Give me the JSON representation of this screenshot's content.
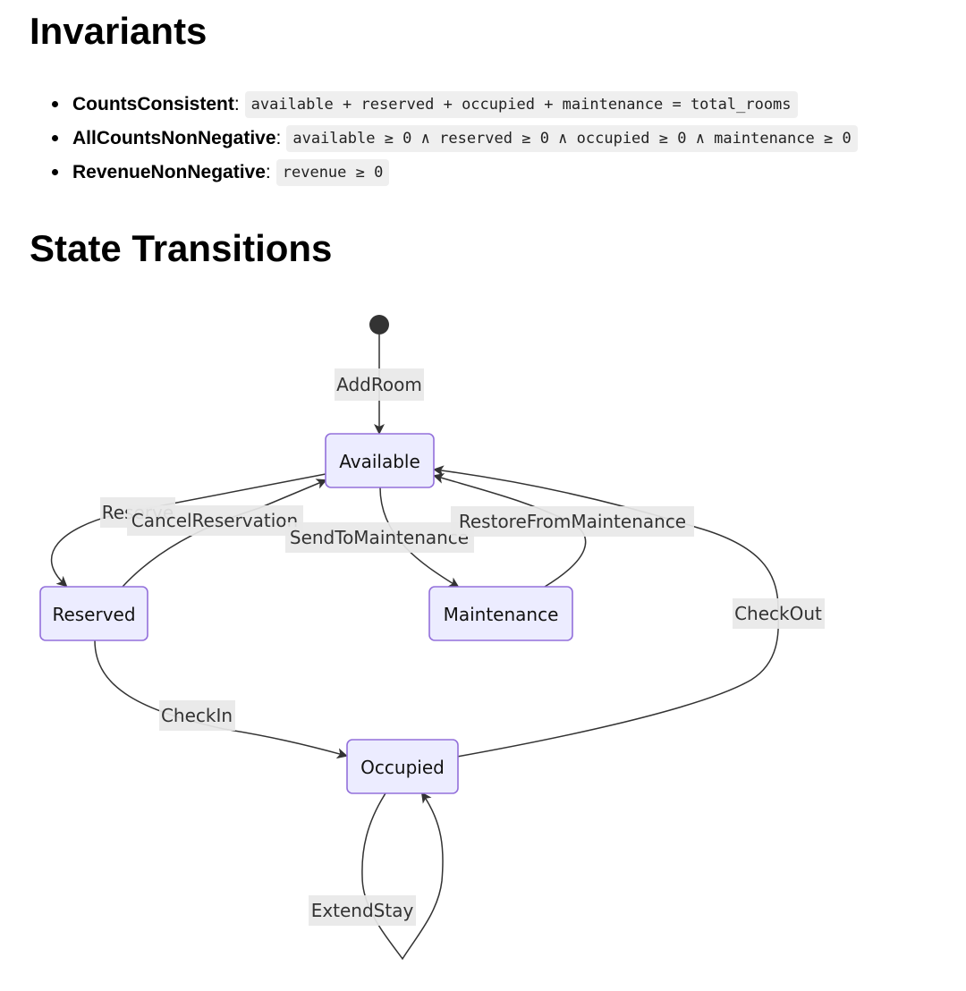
{
  "sections": {
    "invariants_heading": "Invariants",
    "transitions_heading": "State Transitions"
  },
  "invariants": [
    {
      "name": "CountsConsistent",
      "expr": "available + reserved + occupied + maintenance = total_rooms"
    },
    {
      "name": "AllCountsNonNegative",
      "expr": "available ≥ 0 ∧ reserved ≥ 0 ∧ occupied ≥ 0 ∧ maintenance ≥ 0"
    },
    {
      "name": "RevenueNonNegative",
      "expr": "revenue ≥ 0"
    }
  ],
  "diagram": {
    "states": {
      "available": "Available",
      "reserved": "Reserved",
      "maintenance": "Maintenance",
      "occupied": "Occupied"
    },
    "transitions": {
      "add_room": "AddRoom",
      "reserve": "Reserve",
      "cancel_reservation": "CancelReservation",
      "send_to_maintenance": "SendToMaintenance",
      "restore_from_maintenance": "RestoreFromMaintenance",
      "check_out": "CheckOut",
      "check_in": "CheckIn",
      "extend_stay": "ExtendStay"
    }
  }
}
